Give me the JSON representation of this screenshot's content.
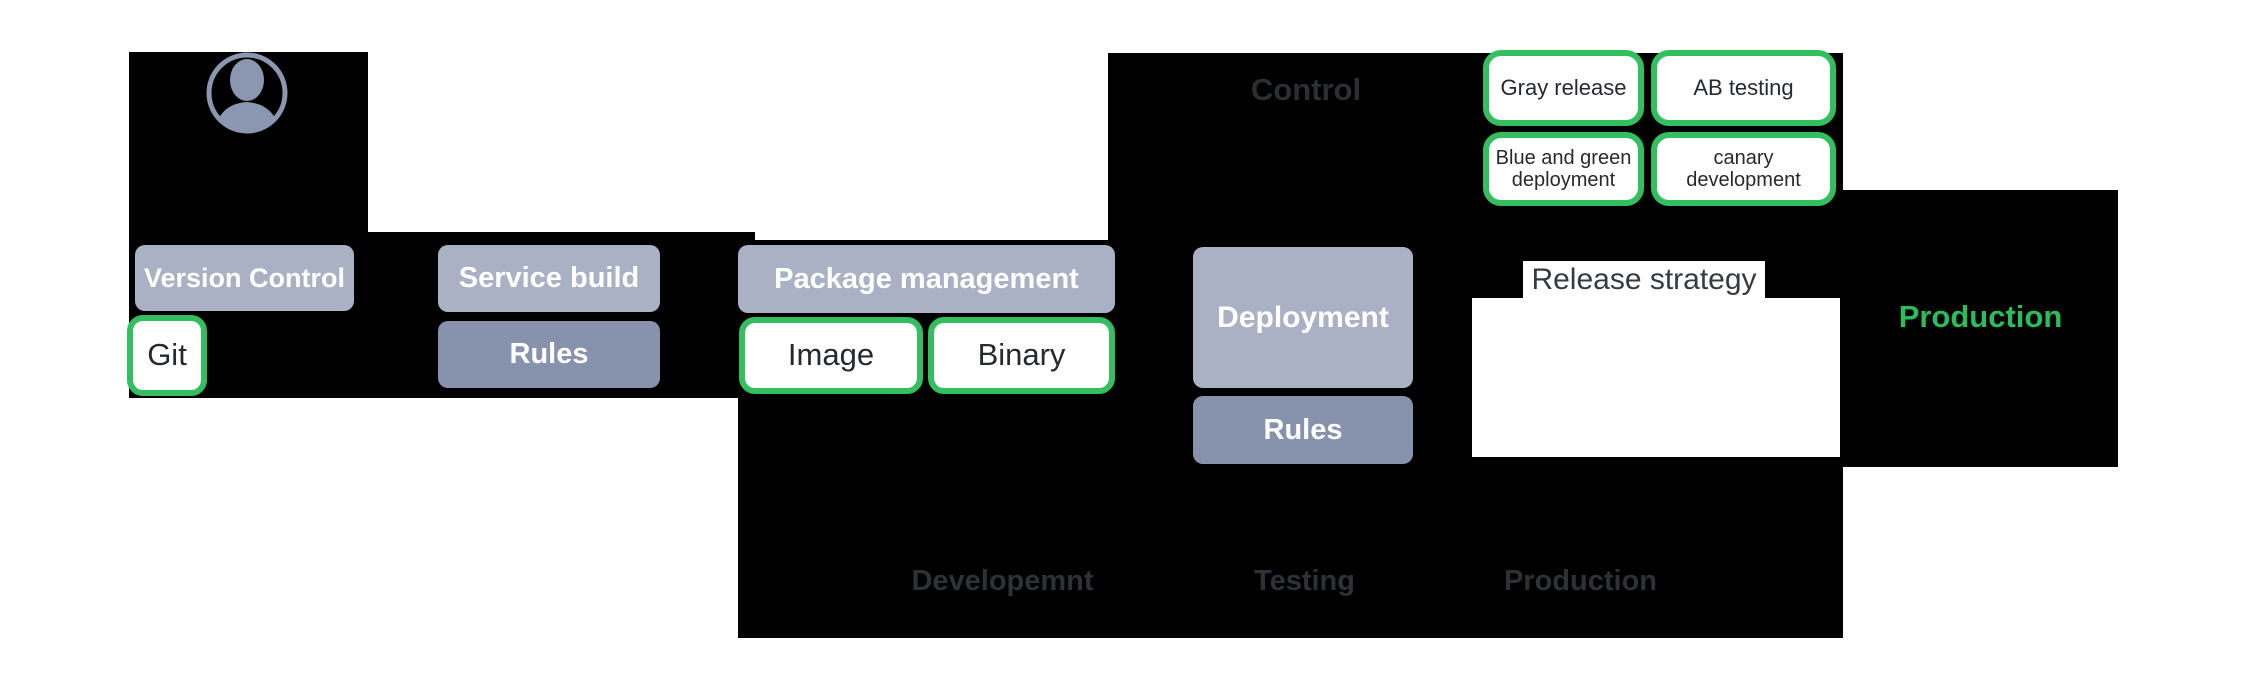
{
  "diagram": {
    "control_section_label": "Control",
    "version_control": {
      "title": "Version Control",
      "tool": "Git"
    },
    "service_build": {
      "title": "Service build",
      "rules": "Rules"
    },
    "package_management": {
      "title": "Package management",
      "image": "Image",
      "binary": "Binary"
    },
    "deployment": {
      "title": "Deployment",
      "rules": "Rules"
    },
    "release_strategy": {
      "title": "Release strategy",
      "options": [
        "Gray release",
        "AB testing",
        "Blue and green deployment",
        "canary development"
      ]
    },
    "production_label": "Production",
    "stages": {
      "development": "Developemnt",
      "testing": "Testing",
      "production": "Production"
    },
    "icons": {
      "avatar": "user-avatar-icon"
    },
    "colors": {
      "accent_green": "#33bf5f",
      "production_text_green": "#2abd5b",
      "light_button": "#aab1c4",
      "slate_button": "#8793ad",
      "block_background": "#000000",
      "muted_stage_label": "#2e3135"
    }
  }
}
